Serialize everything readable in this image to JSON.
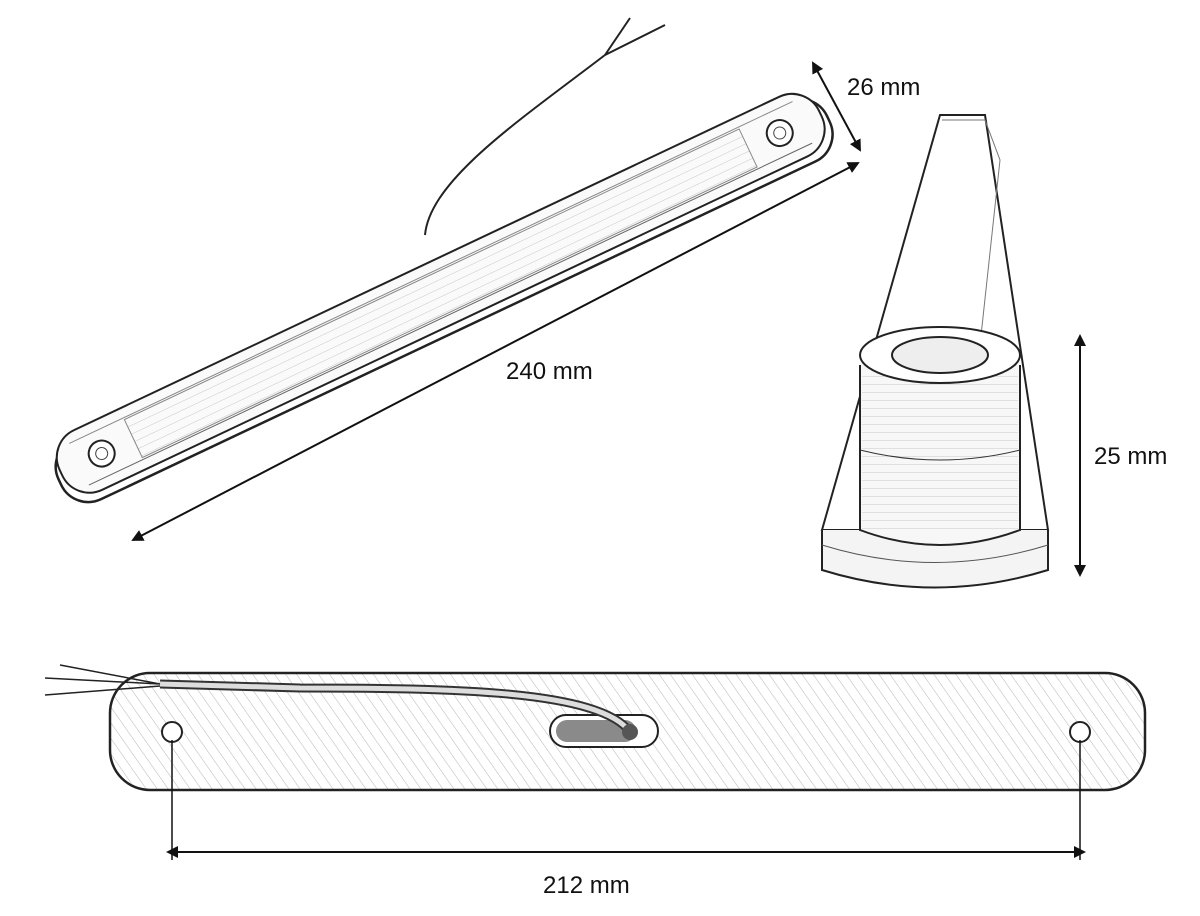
{
  "dimensions": {
    "length": "240 mm",
    "width": "26 mm",
    "height": "25 mm",
    "hole_spacing": "212 mm"
  },
  "colors": {
    "line": "#1a1a1a",
    "hatch": "#9a9a9a",
    "slot": "#8a8a8a"
  }
}
